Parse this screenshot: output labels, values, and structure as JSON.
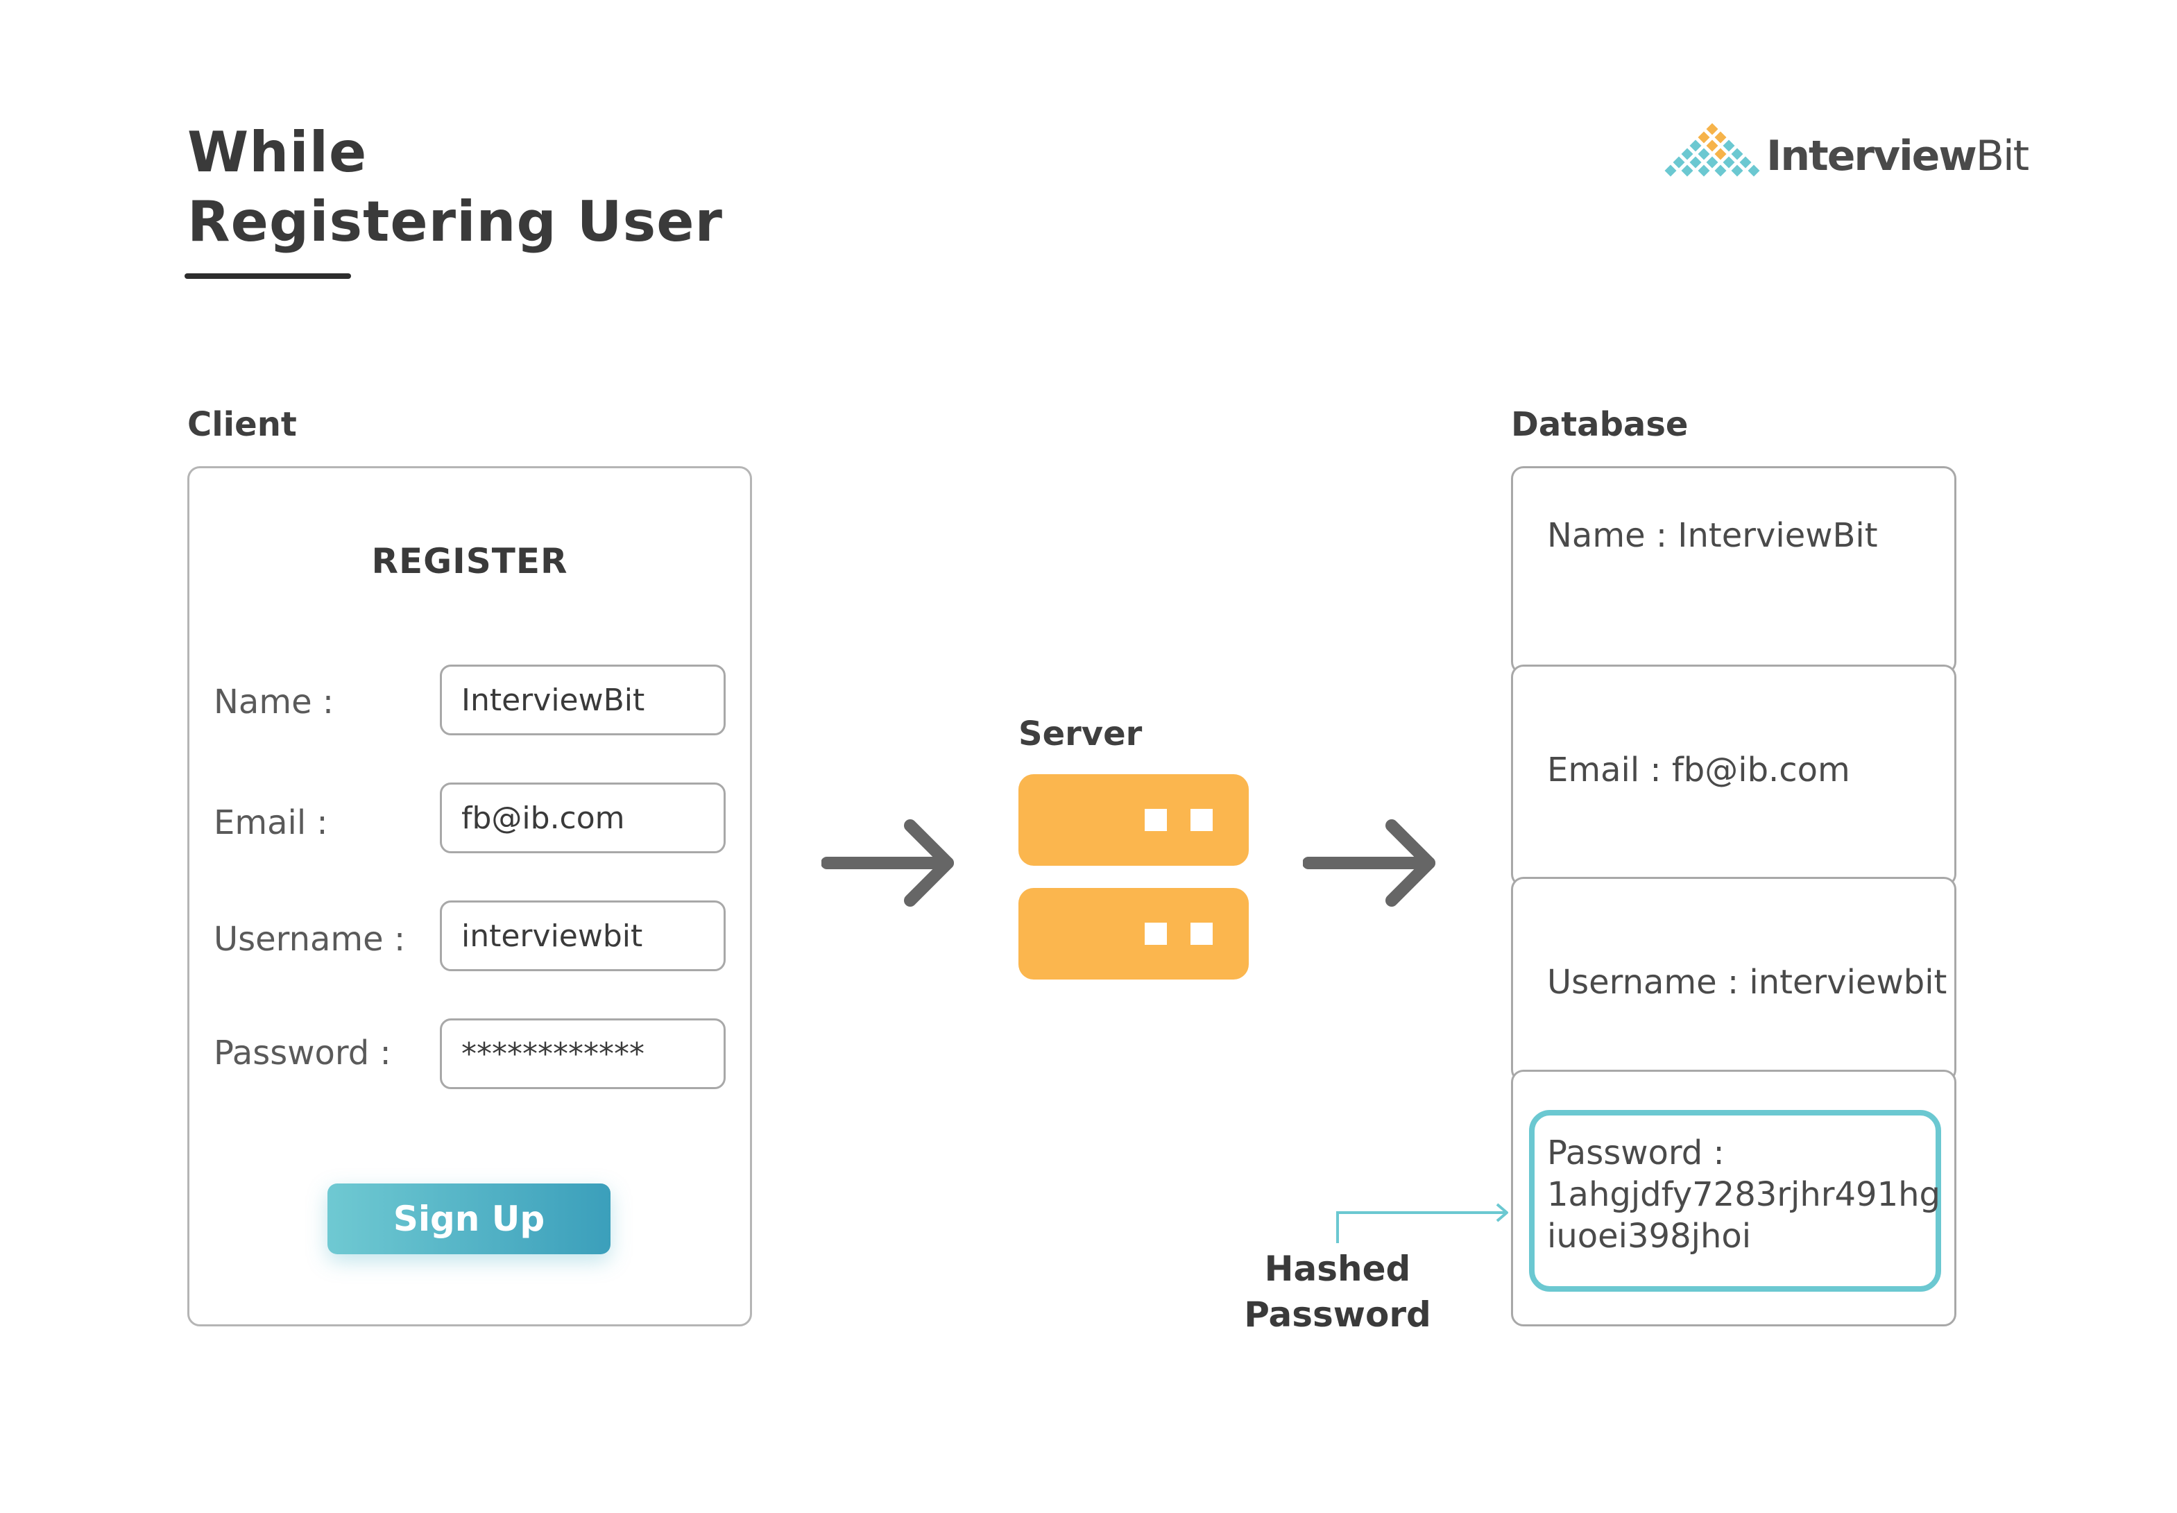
{
  "title": {
    "line1": "While",
    "line2": "Registering User"
  },
  "logo": {
    "text_main": "Interview",
    "text_bit": "Bit"
  },
  "client": {
    "section_label": "Client",
    "form_title": "REGISTER",
    "fields": [
      {
        "label": "Name :",
        "value": "InterviewBit"
      },
      {
        "label": "Email :",
        "value": "fb@ib.com"
      },
      {
        "label": "Username :",
        "value": "interviewbit"
      },
      {
        "label": "Password :",
        "value": "************"
      }
    ],
    "button_label": "Sign Up"
  },
  "server": {
    "label": "Server"
  },
  "database": {
    "section_label": "Database",
    "rows": [
      "Name : InterviewBit",
      "Email : fb@ib.com",
      "Username : interviewbit"
    ],
    "password": {
      "line1": "Password :",
      "line2": "1ahgjdfy7283rjhr491hg",
      "line3": "iuoei398jhoi"
    }
  },
  "annotation": {
    "line1": "Hashed",
    "line2": "Password"
  },
  "colors": {
    "server": "#fbb64e",
    "accent_teal": "#6bc8d1",
    "button_start": "#6fc9d2",
    "button_end": "#3b9fbb",
    "arrow": "#666666"
  }
}
